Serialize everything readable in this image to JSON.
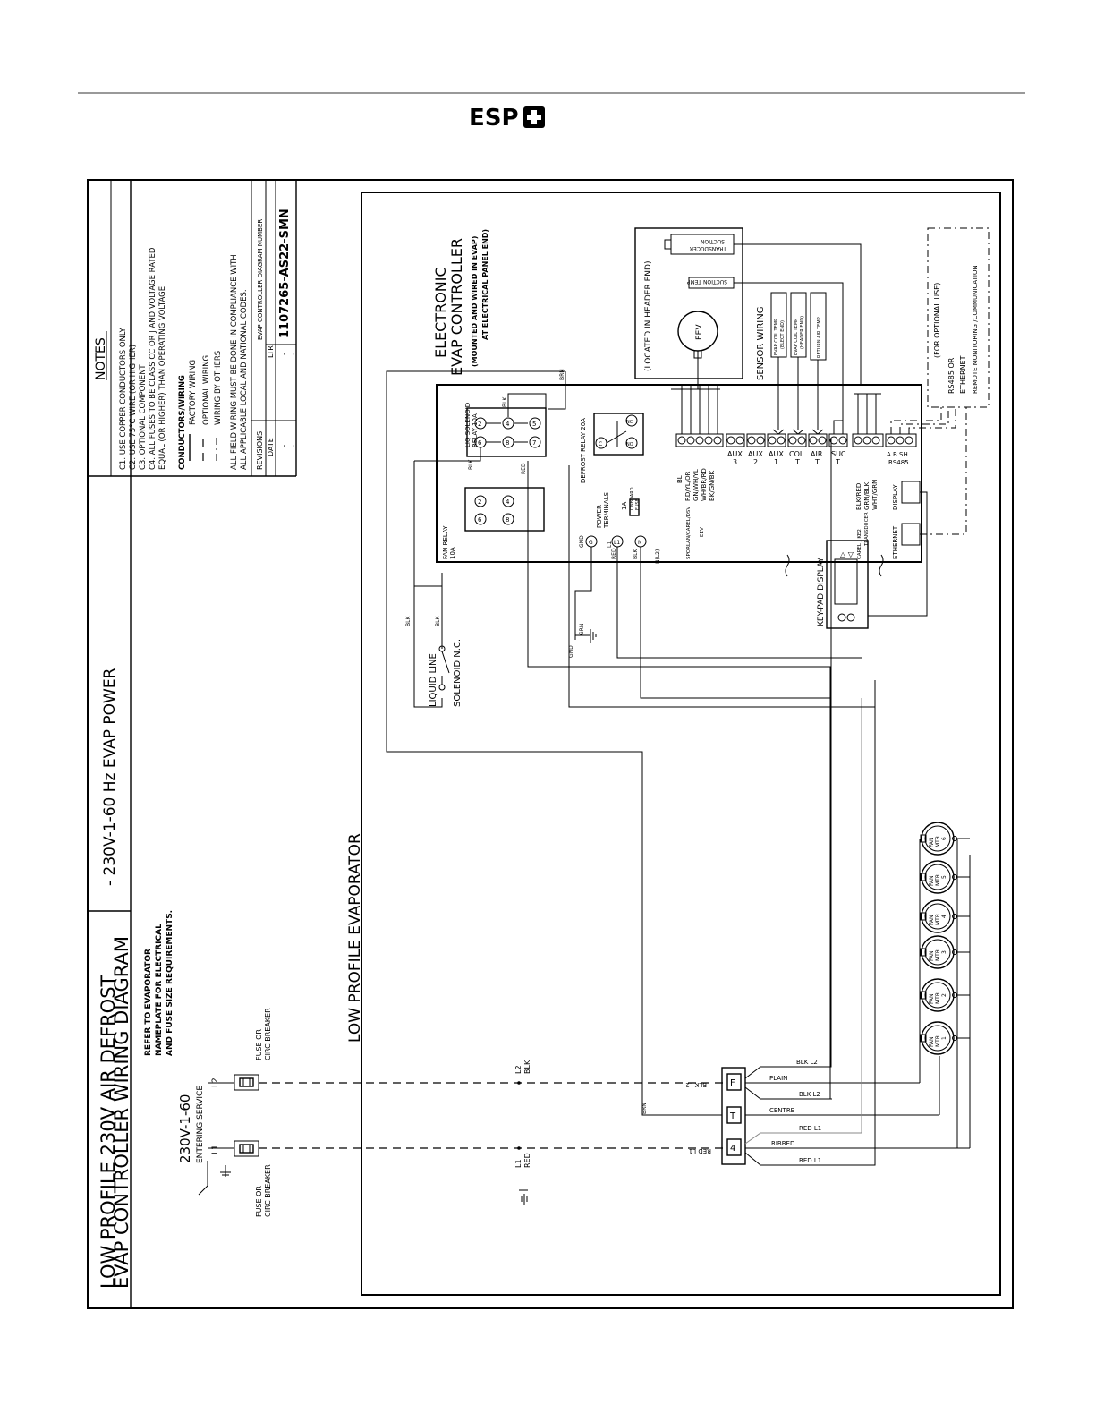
{
  "brand": "ESP",
  "title": {
    "line1": "LOW  PROFILE  230V  AIR  DEFROST",
    "line2": "EVAP  CONTROLLER  WIRING  DIAGRAM",
    "power": "-  230V-1-60  Hz  EVAP  POWER"
  },
  "notes": {
    "heading": "NOTES",
    "items": [
      "C1.  USE  COPPER  CONDUCTORS  ONLY",
      "C2.  USE  75°C  WIRE  (OR  HIGHER)",
      "C3.  OPTIONAL  COMPONENT",
      "C4.  ALL  FUSES  TO  BE  CLASS  CC  OR  J  AND  VOLTAGE  RATED",
      "       EQUAL  (OR  HIGHER)  THAN  OPERATING  VOLTAGE"
    ],
    "conductors_heading": "CONDUCTORS/WIRING",
    "legend": [
      "FACTORY  WIRING",
      "OPTIONAL  WIRING",
      "WIRING  BY  OTHERS"
    ],
    "compliance": [
      "ALL  FIELD  WIRING  MUST  BE  DONE  IN  COMPLIANCE  WITH",
      "ALL  APPLICABLE  LOCAL  AND  NATIONAL  CODES."
    ],
    "revisions": "REVISIONS",
    "date_label": "DATE",
    "ltr_label": "LTR",
    "dash": "-",
    "diagram_number_label": "EVAP  CONTROLLER  DIAGRAM  NUMBER",
    "diagram_number": "1107265-AS22-SMN"
  },
  "service": {
    "refer": [
      "REFER  TO  EVAPORATOR",
      "NAMEPLATE  FOR  ELECTRICAL",
      "AND  FUSE  SIZE  REQUIREMENTS."
    ],
    "voltage": "230V-1-60",
    "entering": "ENTERING  SERVICE",
    "fuse_top": [
      "FUSE  OR",
      "CIRC  BREAKER"
    ],
    "fuse_bottom": [
      "FUSE  OR",
      "CIRC  BREAKER"
    ],
    "l1": "L1",
    "l2": "L2",
    "l1_wire": [
      "L1",
      "RED"
    ],
    "l2_wire": [
      "L2",
      "BLK"
    ]
  },
  "evaporator": {
    "title": "LOW  PROFILE  EVAPORATOR",
    "fans": [
      {
        "l1": "FAN",
        "l2": "MTR",
        "n": "1"
      },
      {
        "l1": "FAN",
        "l2": "MTR",
        "n": "2"
      },
      {
        "l1": "FAN",
        "l2": "MTR",
        "n": "3"
      },
      {
        "l1": "FAN",
        "l2": "MTR",
        "n": "4"
      },
      {
        "l1": "FAN",
        "l2": "MTR",
        "n": "5"
      },
      {
        "l1": "FAN",
        "l2": "MTR",
        "n": "6"
      }
    ],
    "terminals": [
      "F",
      "T",
      "4"
    ],
    "wire_labels": {
      "blk_l2_a": "BLK  L2",
      "plain": "PLAIN",
      "blk_l2_b": "BLK  L2",
      "centre": "CENTRE",
      "red_l1_a": "RED  L1",
      "ribbed": "RIBBED",
      "red_l1_b": "RED  L1",
      "blk_l2_mirror": "BLK  L2",
      "red_l1_mirror": "RED  L1",
      "brn": "BRN",
      "grn": "GRN",
      "gnd": "GND",
      "blk": "BLK",
      "red": "RED"
    },
    "solenoid": {
      "name": "LIQUID  LINE",
      "type": "SOLENOID  N.C."
    }
  },
  "controller": {
    "title": [
      "ELECTRONIC",
      "EVAP  CONTROLLER"
    ],
    "subtitle": [
      "(MOUNTED  AND  WIRED  IN  EVAP)",
      "AT  ELECTRICAL  PANEL  END)"
    ],
    "header_end": "(LOCATED  IN  HEADER  END)",
    "eev": "EEV",
    "suction_transducer": [
      "SUCTION",
      "TRANSDUCER"
    ],
    "suction_temp": "SUCTION  TEMP",
    "sensor_wiring": "SENSOR  WIRING",
    "sensors": [
      [
        "EVAP  COIL  TEMP",
        "(ELECT  END)"
      ],
      [
        "EVAP  COIL  TEMP",
        "(HEADER  END)"
      ],
      [
        "RETURN  AIR  TEMP"
      ]
    ],
    "optional_use": "(FOR  OPTIONAL  USE)",
    "comm": [
      "RS485  OR",
      "ETHERNET",
      "REMOTE  MONITORING  /COMMUNICATION"
    ],
    "liq_relay": [
      "LIQ  SOLENOID",
      "RELAY  10A"
    ],
    "fan_relay": [
      "FAN  RELAY",
      "10A"
    ],
    "defrost_relay": "DEFROST  RELAY  20A",
    "relay_contacts": [
      "2",
      "4",
      "6",
      "8",
      "5",
      "7"
    ],
    "defrost_contacts": [
      "C",
      "NO",
      "NC"
    ],
    "power_terminals": [
      "POWER",
      "TERMINALS"
    ],
    "fuse": [
      "1A",
      "ONBOARD",
      "FUSE"
    ],
    "power_pins": [
      "GND",
      "L1",
      "N(L2)"
    ],
    "eev_wires": [
      "BL",
      "RD/YL/OR",
      "GN/WH/YL",
      "WH/BR/RD",
      "BK/GN/BK"
    ],
    "eev_label": [
      "SPORLAN/CAREL/DSV",
      "EEV"
    ],
    "io": [
      [
        "AUX",
        "3"
      ],
      [
        "AUX",
        "2"
      ],
      [
        "AUX",
        "1"
      ],
      [
        "COIL",
        "T"
      ],
      [
        "AIR",
        "T"
      ],
      [
        "SUC",
        "T"
      ]
    ],
    "transducer_wires": [
      "BLK/RED",
      "GRN/BLK",
      "WHT/GRN"
    ],
    "transducer_label": [
      "CAREL  /  KE2",
      "TRANSDUCER"
    ],
    "rs485": [
      "A  B  SH",
      "RS485"
    ],
    "display": "DISPLAY",
    "ethernet": "ETHERNET",
    "keypad": "KEY-PAD  DISPLAY"
  }
}
